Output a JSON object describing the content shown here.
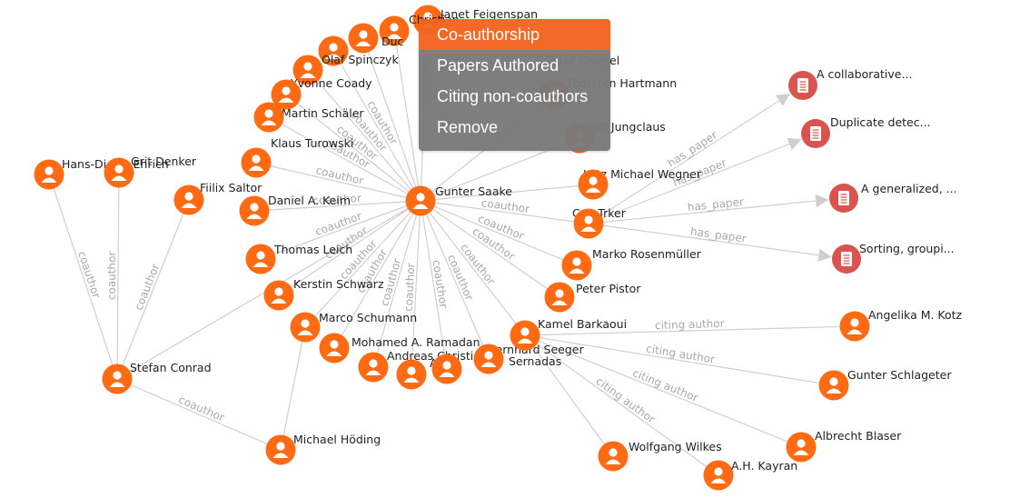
{
  "colors": {
    "author_fill": "#ff6a13",
    "author_stroke": "#e65a00",
    "paper_fill": "#d9534f",
    "edge": "#cfcfcf",
    "edge_label": "#a8a8a8",
    "menu_bg": "#7a7a7a",
    "menu_active": "#f26522"
  },
  "menu": {
    "items": [
      {
        "label": "Co-authorship",
        "active": true
      },
      {
        "label": "Papers Authored",
        "active": false
      },
      {
        "label": "Citing non-coauthors",
        "active": false
      },
      {
        "label": "Remove",
        "active": false
      }
    ]
  },
  "nodes": {
    "gunter": {
      "type": "author",
      "label": "Gunter Saake",
      "icon": "person-icon"
    },
    "janet": {
      "type": "author",
      "label": "Janet Feigenspan",
      "icon": "person-icon"
    },
    "christian": {
      "type": "author",
      "label": "Christian",
      "icon": "person-icon"
    },
    "duc": {
      "type": "author",
      "label": "Duc",
      "icon": "person-icon"
    },
    "olaf": {
      "type": "author",
      "label": "Olaf Spinczyk",
      "icon": "person-icon"
    },
    "yvonne": {
      "type": "author",
      "label": "Yvonne Coady",
      "icon": "person-icon"
    },
    "martin": {
      "type": "author",
      "label": "Martin Schäler",
      "icon": "person-icon"
    },
    "klaus": {
      "type": "author",
      "label": "Klaus Turowski",
      "icon": "person-icon"
    },
    "daniel": {
      "type": "author",
      "label": "Daniel A. Keim",
      "icon": "person-icon"
    },
    "thomas": {
      "type": "author",
      "label": "Thomas Leich",
      "icon": "person-icon"
    },
    "kerstin": {
      "type": "author",
      "label": "Kerstin Schwarz",
      "icon": "person-icon"
    },
    "marco": {
      "type": "author",
      "label": "Marco Schumann",
      "icon": "person-icon"
    },
    "mohamed": {
      "type": "author",
      "label": "Mohamed A. Ramadan",
      "icon": "person-icon"
    },
    "andreas": {
      "type": "author",
      "label": "Andreas Christian",
      "icon": "person-icon"
    },
    "andreas2": {
      "type": "author",
      "label": "A",
      "icon": "person-icon"
    },
    "sernadas": {
      "type": "author",
      "label": "Sernadas",
      "icon": "person-icon"
    },
    "bernhard": {
      "type": "author",
      "label": "Bernhard Seeger",
      "icon": "person-icon"
    },
    "kamel": {
      "type": "author",
      "label": "Kamel Barkaoui",
      "icon": "person-icon"
    },
    "peter": {
      "type": "author",
      "label": "Peter Pistor",
      "icon": "person-icon"
    },
    "marko": {
      "type": "author",
      "label": "Marko Rosenmüller",
      "icon": "person-icon"
    },
    "can": {
      "type": "author",
      "label": "Can Trker",
      "icon": "person-icon"
    },
    "lutz": {
      "type": "author",
      "label": "Lutz Michael Wegner",
      "icon": "person-icon"
    },
    "ralf": {
      "type": "author",
      "label": "Ralf Jungclaus",
      "icon": "person-icon"
    },
    "thorsten": {
      "type": "author",
      "label": "Thorsten Hartmann",
      "icon": "person-icon"
    },
    "gunter_k": {
      "type": "author",
      "label": "Günter Kniesel",
      "icon": "person-icon"
    },
    "hans": {
      "type": "author",
      "label": "Hans-Dieter Ehrich",
      "icon": "person-icon"
    },
    "grit": {
      "type": "author",
      "label": "Grit Denker",
      "icon": "person-icon"
    },
    "fiilix": {
      "type": "author",
      "label": "Fiilix Saltor",
      "icon": "person-icon"
    },
    "stefan": {
      "type": "author",
      "label": "Stefan Conrad",
      "icon": "person-icon"
    },
    "michael": {
      "type": "author",
      "label": "Michael Höding",
      "icon": "person-icon"
    },
    "angelika": {
      "type": "author",
      "label": "Angelika M. Kotz",
      "icon": "person-icon"
    },
    "gunter_s": {
      "type": "author",
      "label": "Gunter Schlageter",
      "icon": "person-icon"
    },
    "albrecht": {
      "type": "author",
      "label": "Albrecht Blaser",
      "icon": "person-icon"
    },
    "wolfgang": {
      "type": "author",
      "label": "Wolfgang Wilkes",
      "icon": "person-icon"
    },
    "kayran": {
      "type": "author",
      "label": "A.H. Kayran",
      "icon": "person-icon"
    },
    "p1": {
      "type": "paper",
      "label": "A collaborative...",
      "icon": "document-icon"
    },
    "p2": {
      "type": "paper",
      "label": "Duplicate detec...",
      "icon": "document-icon"
    },
    "p3": {
      "type": "paper",
      "label": "A generalized, ...",
      "icon": "document-icon"
    },
    "p4": {
      "type": "paper",
      "label": "Sorting, groupi...",
      "icon": "document-icon"
    }
  },
  "edges": [
    {
      "from": "gunter",
      "to": "janet",
      "label": ""
    },
    {
      "from": "gunter",
      "to": "christian",
      "label": ""
    },
    {
      "from": "gunter",
      "to": "duc",
      "label": ""
    },
    {
      "from": "gunter",
      "to": "olaf",
      "label": "coauthor"
    },
    {
      "from": "gunter",
      "to": "yvonne",
      "label": "coauthor"
    },
    {
      "from": "gunter",
      "to": "martin",
      "label": "coauthor"
    },
    {
      "from": "gunter",
      "to": "klaus",
      "label": "coauthor"
    },
    {
      "from": "gunter",
      "to": "daniel",
      "label": "coauthor"
    },
    {
      "from": "gunter",
      "to": "thomas",
      "label": "coauthor"
    },
    {
      "from": "gunter",
      "to": "kerstin",
      "label": "coauthor"
    },
    {
      "from": "gunter",
      "to": "marco",
      "label": "coauthor"
    },
    {
      "from": "gunter",
      "to": "mohamed",
      "label": "coauthor"
    },
    {
      "from": "gunter",
      "to": "andreas",
      "label": "coauthor"
    },
    {
      "from": "gunter",
      "to": "andreas2",
      "label": "coauthor"
    },
    {
      "from": "gunter",
      "to": "sernadas",
      "label": "coauthor"
    },
    {
      "from": "gunter",
      "to": "bernhard",
      "label": "coauthor"
    },
    {
      "from": "gunter",
      "to": "kamel",
      "label": "coauthor"
    },
    {
      "from": "gunter",
      "to": "peter",
      "label": "coauthor"
    },
    {
      "from": "gunter",
      "to": "marko",
      "label": "coauthor"
    },
    {
      "from": "gunter",
      "to": "can",
      "label": "coauthor"
    },
    {
      "from": "gunter",
      "to": "lutz",
      "label": "coauthor"
    },
    {
      "from": "gunter",
      "to": "ralf",
      "label": ""
    },
    {
      "from": "gunter",
      "to": "thorsten",
      "label": ""
    },
    {
      "from": "gunter",
      "to": "gunter_k",
      "label": ""
    },
    {
      "from": "gunter",
      "to": "stefan",
      "label": ""
    },
    {
      "from": "hans",
      "to": "stefan",
      "label": "coauthor"
    },
    {
      "from": "grit",
      "to": "stefan",
      "label": "coauthor"
    },
    {
      "from": "fiilix",
      "to": "stefan",
      "label": "coauthor"
    },
    {
      "from": "stefan",
      "to": "michael",
      "label": "coauthor"
    },
    {
      "from": "michael",
      "to": "mohamed",
      "label": ""
    },
    {
      "from": "lutz",
      "to": "p1",
      "label": "has_paper"
    },
    {
      "from": "lutz",
      "to": "p2",
      "label": "has_paper"
    },
    {
      "from": "lutz",
      "to": "p3",
      "label": "has_paper"
    },
    {
      "from": "lutz",
      "to": "p4",
      "label": "has_paper"
    },
    {
      "from": "peter",
      "to": "angelika",
      "label": "citing author"
    },
    {
      "from": "peter",
      "to": "gunter_s",
      "label": "citing author"
    },
    {
      "from": "peter",
      "to": "albrecht",
      "label": "citing author"
    },
    {
      "from": "peter",
      "to": "kayran",
      "label": "citing author"
    },
    {
      "from": "peter",
      "to": "wolfgang",
      "label": ""
    }
  ]
}
